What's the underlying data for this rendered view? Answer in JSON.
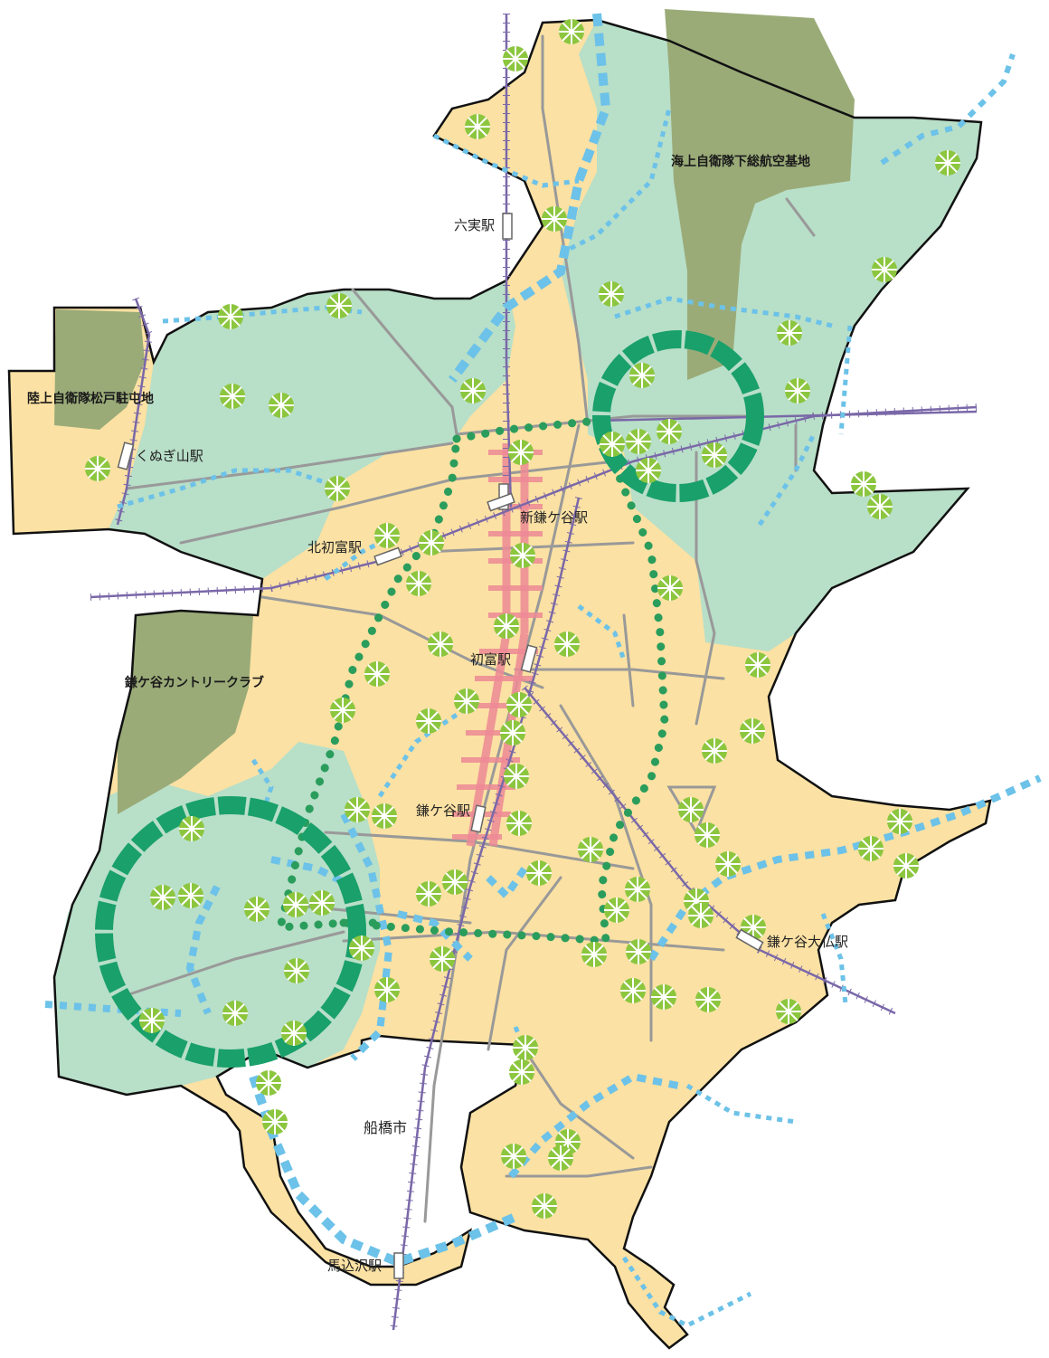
{
  "colors": {
    "residential": "#fbe1a3",
    "green_zone": "#b8dfc8",
    "facility": "#9aab78",
    "road": "#999999",
    "rail": "#7a68a8",
    "waterway": "#6cc2e8",
    "green_ring": "#1aa06a",
    "green_network": "#2a9d5c",
    "center_axis": "#ee8a96",
    "park_icon": "#8cc63f",
    "boundary": "#111111"
  },
  "areas": {
    "navy_base": "海上自衛隊下総航空基地",
    "army_camp": "陸上自衛隊松戸駐屯地",
    "country_club": "鎌ケ谷カントリークラブ",
    "neighbor_city": "船橋市"
  },
  "stations": {
    "mutsumi": "六実駅",
    "kunugiyama": "くぬぎ山駅",
    "shin_kamagaya": "新鎌ケ谷駅",
    "kita_hatsutomi": "北初富駅",
    "hatsutomi": "初富駅",
    "kamagaya": "鎌ケ谷駅",
    "kamagaya_daibutsu": "鎌ケ谷大仏駅",
    "magomezawa": "馬込沢駅"
  },
  "icons": {
    "park": "park-tree-icon",
    "station": "station-marker-icon"
  }
}
